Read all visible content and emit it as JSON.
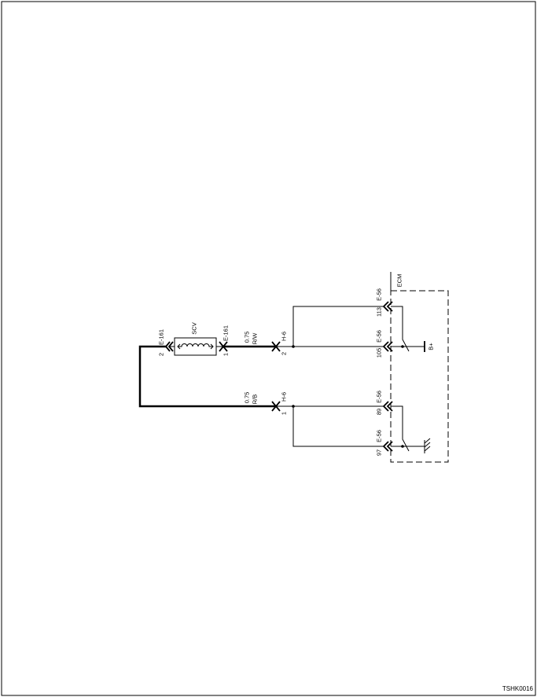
{
  "diagram": {
    "scv": {
      "label": "SCV",
      "connector_left": {
        "name": "E-161",
        "pin": "2"
      },
      "connector_right": {
        "name": "E-161",
        "pin": "1"
      }
    },
    "wire_rw": {
      "size": "0.75",
      "color": "R/W"
    },
    "wire_rb": {
      "size": "0.75",
      "color": "R/B"
    },
    "h6_upper": {
      "name": "H-6",
      "pin": "2"
    },
    "h6_lower": {
      "name": "H-6",
      "pin": "1"
    },
    "ecm": {
      "label": "ECM",
      "supply_label": "B+",
      "pins": [
        {
          "connector": "E-56",
          "pin": "113"
        },
        {
          "connector": "E-56",
          "pin": "105"
        },
        {
          "connector": "E-56",
          "pin": "89"
        },
        {
          "connector": "E-56",
          "pin": "97"
        }
      ]
    }
  },
  "footer": {
    "figure_code": "TSHK0016"
  },
  "colors": {
    "line": "#000000",
    "background": "#ffffff"
  }
}
